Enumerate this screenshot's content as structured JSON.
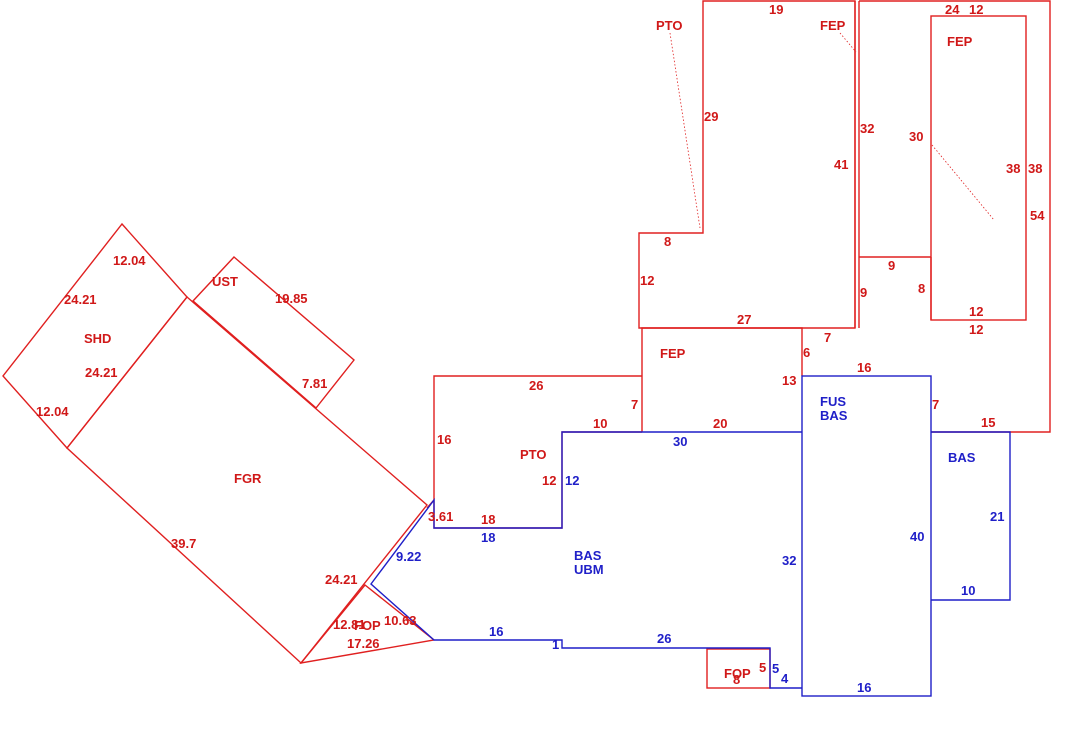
{
  "colors": {
    "red": "#e02020",
    "blue": "#1f1fc8",
    "background": "#ffffff"
  },
  "areas": {
    "pto_top": "PTO",
    "fep_top_a": "FEP",
    "fep_top_b": "FEP",
    "fep_mid": "FEP",
    "ust": "UST",
    "shd": "SHD",
    "fgr": "FGR",
    "pto_mid": "PTO",
    "fus": "FUS",
    "fus_bas": "BAS",
    "bas_main": "BAS",
    "bas_main_ubm": "UBM",
    "bas_right": "BAS",
    "fop_left": "FOP",
    "fop_bottom": "FOP"
  },
  "dims": {
    "d19": "19",
    "d29": "29",
    "d41": "41",
    "d8a": "8",
    "d12a": "12",
    "d27": "27",
    "d24": "24",
    "d12b": "12",
    "d32a": "32",
    "d30a": "30",
    "d38a": "38",
    "d38b": "38",
    "d54": "54",
    "d9a": "9",
    "d9b": "9",
    "d8b": "8",
    "d12c": "12",
    "d12d": "12",
    "d7a": "7",
    "d6": "6",
    "d13": "13",
    "d16a": "16",
    "d7b": "7",
    "d15": "15",
    "d26a": "26",
    "d7c": "7",
    "d10a": "10",
    "d20": "20",
    "d16b": "16",
    "d12e": "12",
    "d18a": "18",
    "d361": "3.61",
    "s1204a": "12.04",
    "s2421a": "24.21",
    "s2421b": "24.21",
    "s1204b": "12.04",
    "s1985": "19.85",
    "s781": "7.81",
    "s397": "39.7",
    "s2421c": "24.21",
    "s1281": "12.81",
    "s1063": "10.63",
    "s1726": "17.26",
    "b30": "30",
    "b12": "12",
    "b18": "18",
    "b922": "9.22",
    "b16a": "16",
    "b1": "1",
    "b26": "26",
    "b32": "32",
    "b40": "40",
    "b21": "21",
    "b10": "10",
    "b5a": "5",
    "b4": "4",
    "b16b": "16",
    "r5": "5",
    "r8": "8"
  }
}
